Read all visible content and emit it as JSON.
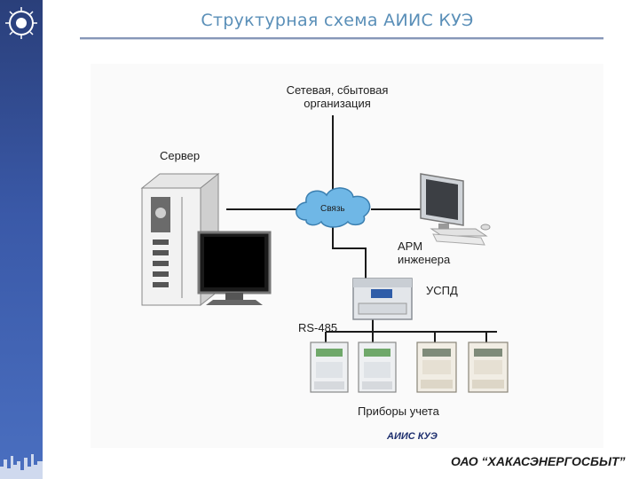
{
  "header": {
    "title": "Структурная схема АИИС КУЭ"
  },
  "diagram": {
    "network_org": "Сетевая, сбытовая\nорганизация",
    "server": "Сервер",
    "cloud": "Связь",
    "workstation": "АРМ\nинженера",
    "uspd": "УСПД",
    "bus": "RS-485",
    "meters": "Приборы учета",
    "caption": "АИИС КУЭ"
  },
  "footer": {
    "company": "ОАО “ХАКАСЭНЕРГОСБЫТ”"
  },
  "colors": {
    "title": "#5a8fb8",
    "sidebar": "#3a59a8",
    "cloud": "#6fb7e6"
  }
}
